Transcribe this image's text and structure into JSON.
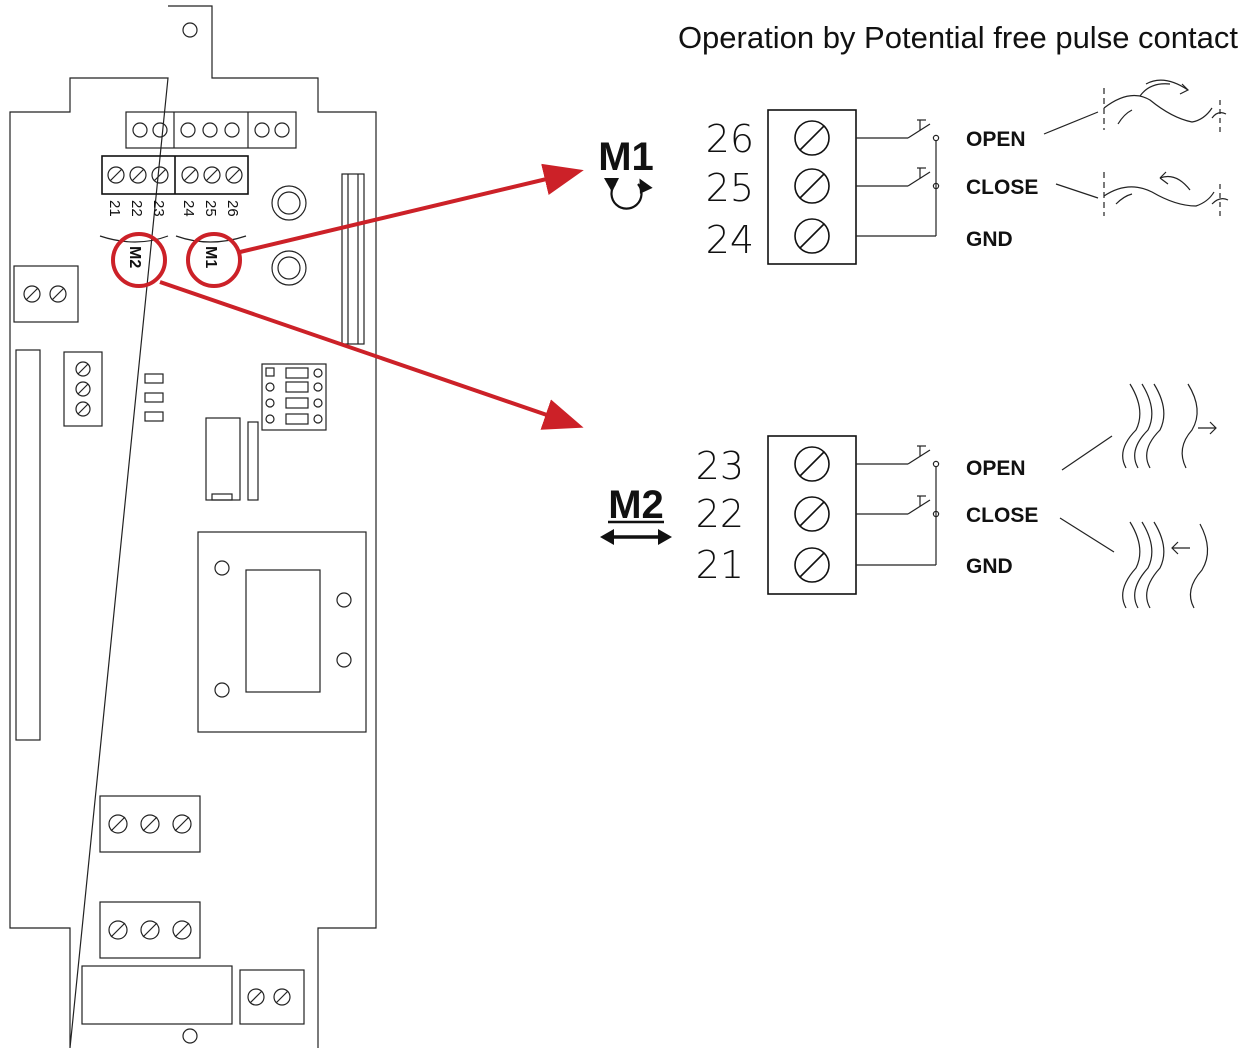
{
  "title": "Operation by Potential free pulse contact",
  "colors": {
    "accent": "#cc2128",
    "line": "#111111",
    "background": "#ffffff"
  },
  "board": {
    "terminal_numbers": [
      "21",
      "22",
      "23",
      "24",
      "25",
      "26"
    ],
    "m1_badge": "M1",
    "m2_badge": "M2"
  },
  "m1": {
    "label": "M1",
    "icon": "rotate-arrow-icon",
    "terminals": [
      "26",
      "25",
      "24"
    ],
    "signals": [
      "OPEN",
      "CLOSE",
      "GND"
    ]
  },
  "m2": {
    "label": "M2",
    "icon": "double-arrow-icon",
    "terminals": [
      "23",
      "22",
      "21"
    ],
    "signals": [
      "OPEN",
      "CLOSE",
      "GND"
    ]
  }
}
